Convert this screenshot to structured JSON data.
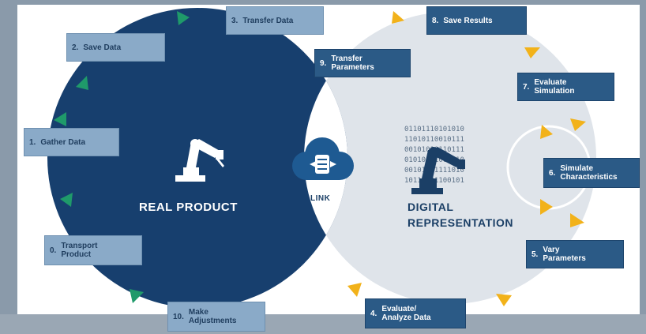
{
  "diagram": {
    "real_label": "REAL PRODUCT",
    "digital_label_line1": "DIGITAL",
    "digital_label_line2": "REPRESENTATION",
    "link_label": "LINK",
    "binary_lines": [
      "01101110101010",
      "11010110010111",
      "00101010110111",
      "01010101001010",
      "00101001111010",
      "10110101100101"
    ],
    "colors": {
      "real": "#173f6e",
      "digital": "#dfe4ea",
      "real_arrow": "#1f9a6a",
      "digital_arrow": "#f2b21a",
      "box_dark": "#2b5a86",
      "box_light": "#8aaac8"
    }
  },
  "steps": [
    {
      "num": "1.",
      "label": "Gather Data"
    },
    {
      "num": "2.",
      "label": "Save Data"
    },
    {
      "num": "3.",
      "label": "Transfer Data"
    },
    {
      "num": "9.",
      "label": "Transfer Parameters"
    },
    {
      "num": "8.",
      "label": "Save Results"
    },
    {
      "num": "7.",
      "label": "Evaluate Simulation"
    },
    {
      "num": "6.",
      "label": "Simulate Characteristics"
    },
    {
      "num": "5.",
      "label": "Vary Parameters"
    },
    {
      "num": "4.",
      "label": "Evaluate/ Analyze Data"
    },
    {
      "num": "10.",
      "label": "Make Adjustments"
    },
    {
      "num": "0.",
      "label": "Transport Product"
    }
  ]
}
